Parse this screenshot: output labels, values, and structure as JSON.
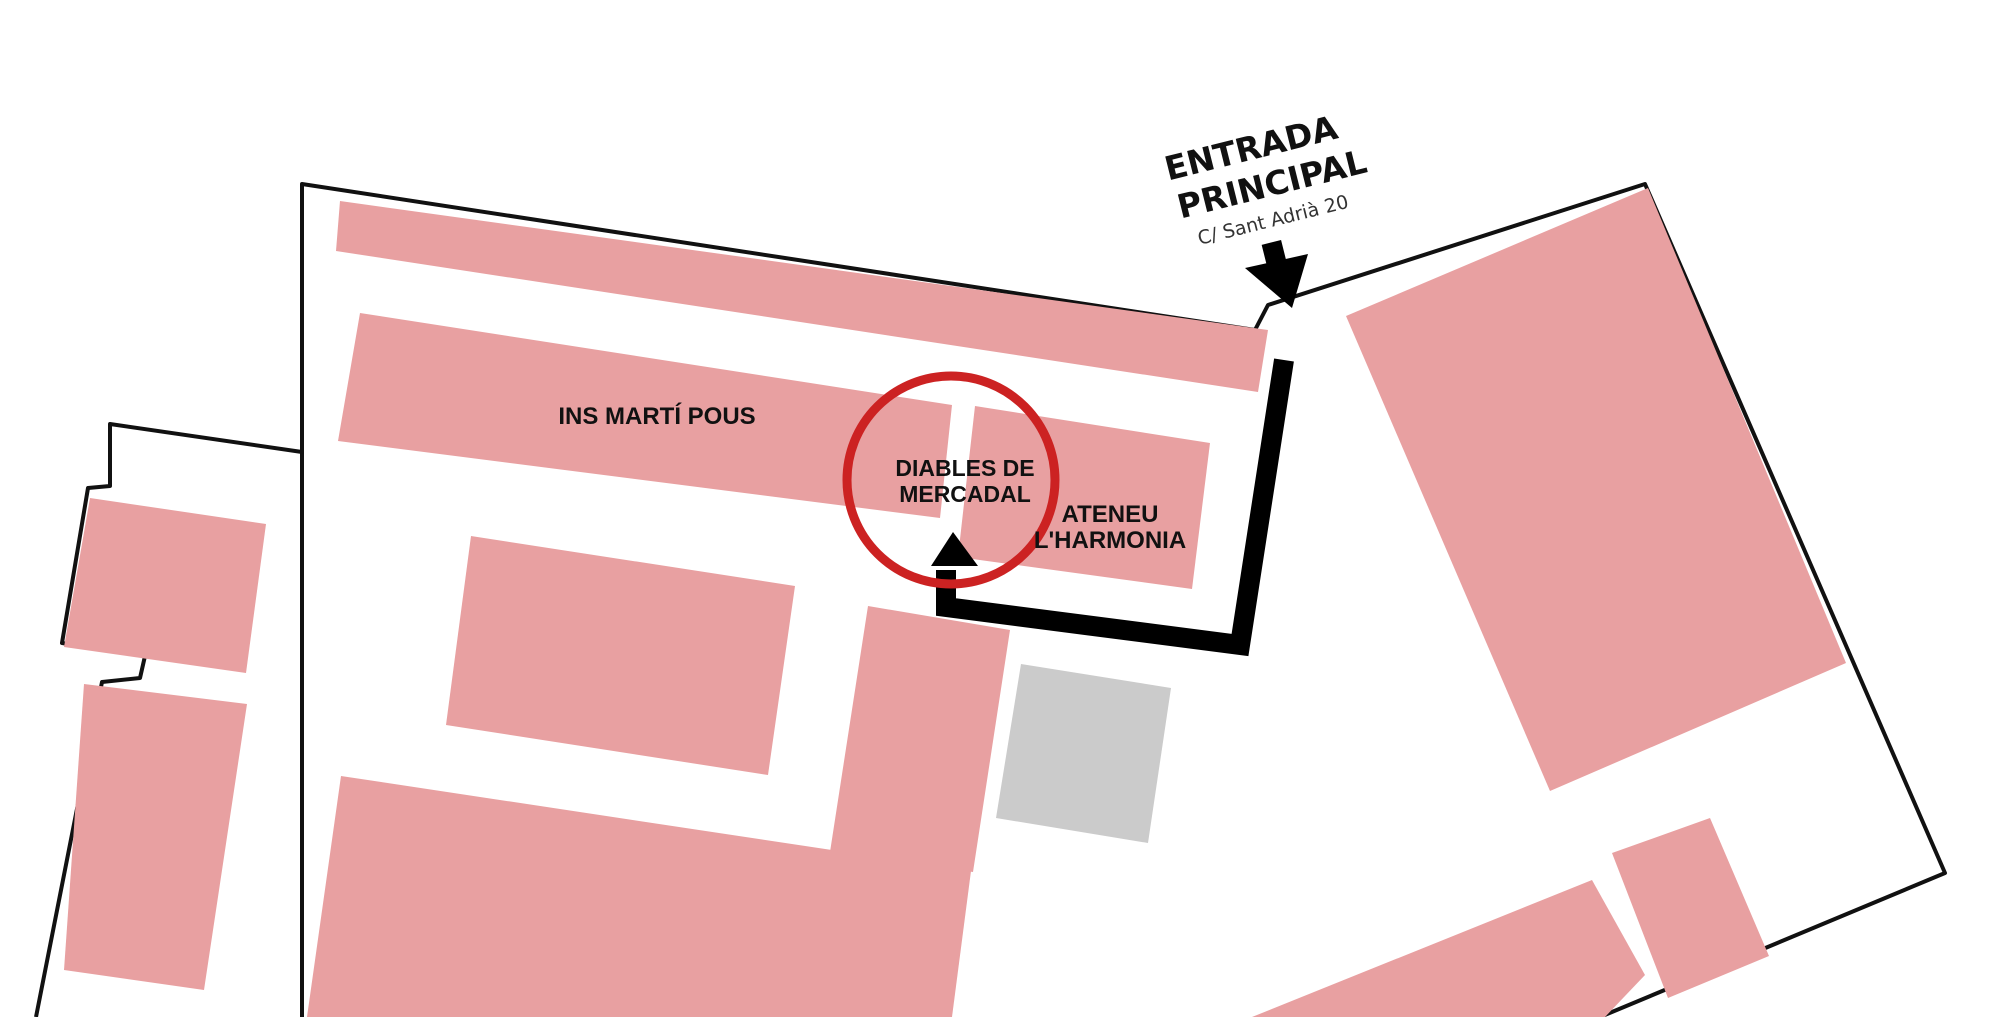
{
  "map": {
    "entrance": {
      "line1": "ENTRADA",
      "line2": "PRINCIPAL",
      "address": "C/ Sant Adrià 20"
    },
    "places": {
      "school": "INS MARTÍ POUS",
      "venue_line1": "DIABLES DE",
      "venue_line2": "MERCADAL",
      "ateneu_line1": "ATENEU",
      "ateneu_line2": "L'HARMONIA"
    },
    "colors": {
      "building": "#e8a0a1",
      "building_gray": "#cbcbcb",
      "outline": "#111111",
      "highlight_circle": "#cc2222",
      "route": "#000000"
    },
    "icons": {
      "entrance_arrow": "arrow-down-icon",
      "route_arrow": "arrow-up-icon",
      "highlight": "circle-marker-icon"
    }
  }
}
